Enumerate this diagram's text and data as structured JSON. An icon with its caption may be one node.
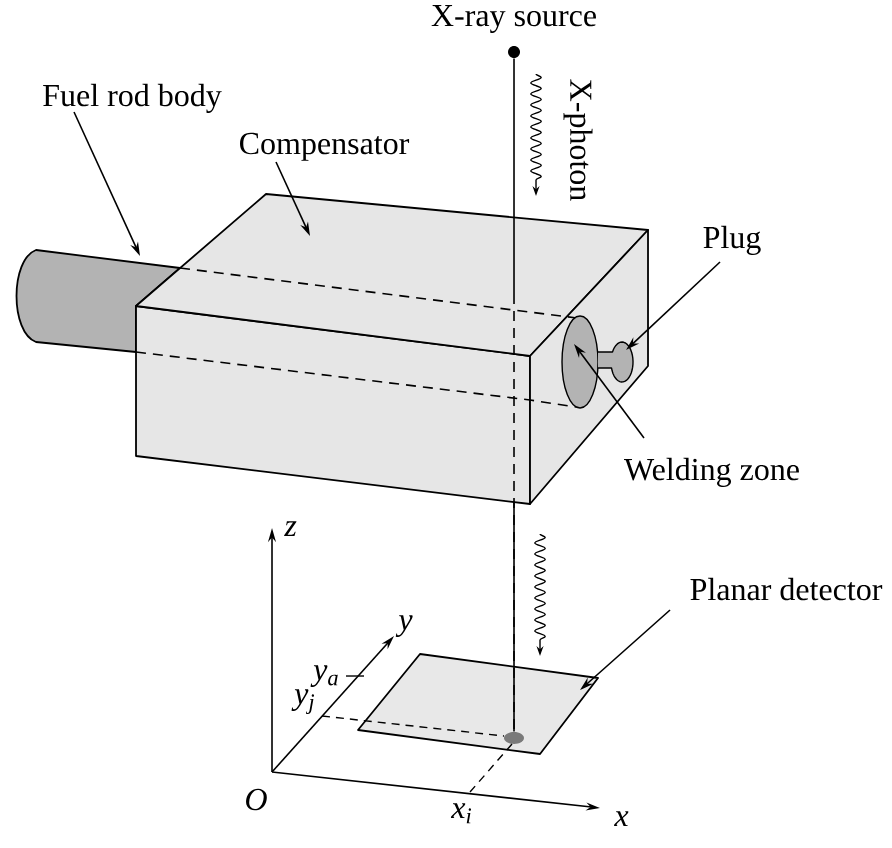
{
  "diagram": {
    "nodes": [
      {
        "text": [],
        "shape": "circle",
        "beside": [
          "X-ray source"
        ]
      },
      {
        "text": [
          "Fuel rod body"
        ]
      },
      {
        "text": [],
        "shape": "cylinder"
      },
      {
        "text": [
          "Compensator"
        ]
      },
      {
        "text": [],
        "shape": "box"
      },
      {
        "text": [
          "Plug"
        ]
      },
      {
        "text": [],
        "shape": "ellipse"
      },
      {
        "text": [
          "Welding zone"
        ]
      },
      {
        "text": [],
        "shape": "ellipse"
      },
      {
        "text": [
          "Planar detector"
        ]
      },
      {
        "text": [],
        "shape": "parallelogram"
      },
      {
        "text": [],
        "shape": "ellipse",
        "in": 10
      }
    ],
    "edges": [
      {
        "from": 1,
        "to": 2,
        "arrow": "to"
      },
      {
        "from": 3,
        "to": 4,
        "arrow": "to"
      },
      {
        "from": 5,
        "to": 8,
        "arrow": "to"
      },
      {
        "from": 7,
        "to": 6,
        "arrow": "to"
      },
      {
        "from": 0,
        "to": 4,
        "arrow": "none"
      },
      {
        "from": 4,
        "to": 11,
        "arrow": "none",
        "style": "dashed"
      },
      {
        "from": 9,
        "to": 10,
        "arrow": "to"
      }
    ],
    "labels": [
      "X-photon",
      "z",
      "y",
      "y$_{a}$",
      "y$_{j}$",
      "O",
      "x$_{i}$",
      "x"
    ]
  }
}
